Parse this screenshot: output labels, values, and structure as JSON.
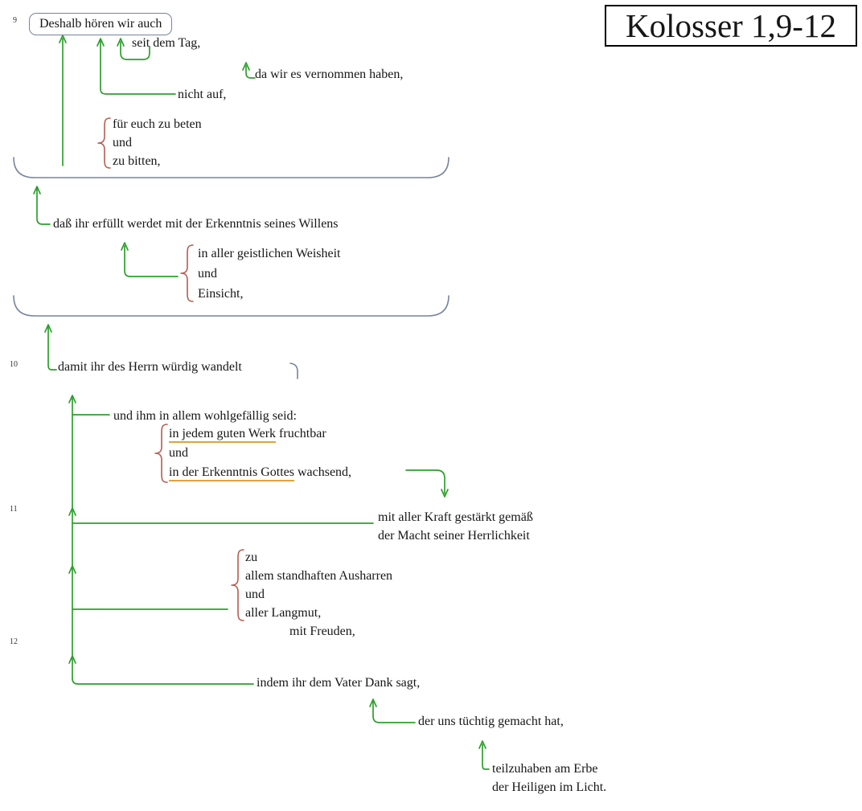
{
  "title": "Kolosser 1,9-12",
  "verse_numbers": {
    "v9": "9",
    "v10": "10",
    "v11": "11",
    "v12": "12"
  },
  "phrases": {
    "deshalb": "Deshalb hören wir auch",
    "seit": "seit dem Tag,",
    "da": "da wir es vernommen haben,",
    "nicht": "nicht auf,",
    "beten": [
      "für euch zu beten",
      "und",
      "zu bitten,"
    ],
    "dass": "daß ihr erfüllt werdet mit der Erkenntnis seines Willens",
    "weisheit": [
      "in aller geistlichen Weisheit",
      "und",
      "Einsicht,"
    ],
    "damit": "damit ihr des Herrn würdig wandelt",
    "undihm": "und ihm in allem wohlgefällig seid:",
    "werk_underlined": "in jedem guten Werk",
    "werk_rest": " fruchtbar",
    "werk_und": "und",
    "erkenntnis_underlined": "in der Erkenntnis Gottes",
    "erkenntnis_rest": " wachsend,",
    "kraft": [
      "mit aller Kraft gestärkt gemäß",
      "der Macht seiner Herrlichkeit"
    ],
    "ausharren": [
      "zu",
      "allem standhaften Ausharren",
      "und",
      "aller Langmut,"
    ],
    "freuden": "mit Freuden,",
    "indem": "indem ihr dem Vater Dank sagt,",
    "deruns": "der uns tüchtig gemacht hat,",
    "teilzuhaben": [
      "teilzuhaben am Erbe",
      "der Heiligen im Licht."
    ]
  },
  "colors": {
    "arrow_green": "#2da02d",
    "brace_red": "#b65c4f",
    "underline_orange": "#dfa33c",
    "bracket_slate": "#76849b",
    "text": "#161616",
    "title_border": "#000000"
  }
}
